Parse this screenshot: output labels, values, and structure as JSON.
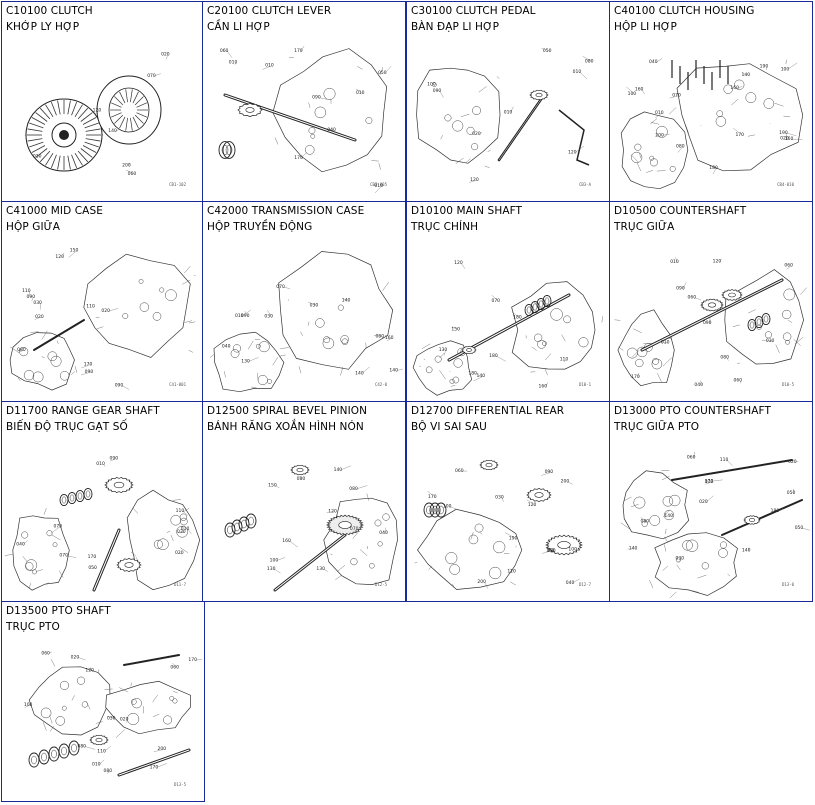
{
  "catalog": {
    "items": [
      {
        "code": "C10100 CLUTCH",
        "name": "KHỚP LY HỢP",
        "ref": "CB1-102",
        "diagram": "clutch-disc"
      },
      {
        "code": "C20100 CLUTCH LEVER",
        "name": "CẦN LI HỢP",
        "ref": "CB2-005",
        "diagram": "clutch-lever"
      },
      {
        "code": "C30100 CLUTCH PEDAL",
        "name": "BÀN ĐẠP LI HỢP",
        "ref": "CB3-A",
        "diagram": "clutch-pedal"
      },
      {
        "code": "C40100 CLUTCH HOUSING",
        "name": "HỘP LI HỢP",
        "ref": "CB4-010",
        "diagram": "clutch-housing"
      },
      {
        "code": "C41000 MID CASE",
        "name": "HỘP GIỮA",
        "ref": "C41-001",
        "diagram": "mid-case"
      },
      {
        "code": "C42000 TRANSMISSION CASE",
        "name": "HỘP TRUYỀN ĐỘNG",
        "ref": "C42-0",
        "diagram": "transmission-case"
      },
      {
        "code": "D10100 MAIN SHAFT",
        "name": "TRỤC CHÍNH",
        "ref": "D10-1",
        "diagram": "main-shaft"
      },
      {
        "code": "D10500 COUNTERSHAFT",
        "name": "TRỤC GIỮA",
        "ref": "D10-5",
        "diagram": "countershaft"
      },
      {
        "code": "D11700 RANGE GEAR SHAFT",
        "name": "BIẾN ĐỘ TRỤC GẠT SỐ",
        "ref": "D11-7",
        "diagram": "range-gear-shaft"
      },
      {
        "code": "D12500 SPIRAL BEVEL PINION",
        "name": "BÁNH RĂNG XOẮN HÌNH NÓN",
        "ref": "D12-5",
        "diagram": "bevel-pinion"
      },
      {
        "code": "D12700 DIFFERENTIAL REAR",
        "name": "BỘ VI SAI SAU",
        "ref": "D12-7",
        "diagram": "differential"
      },
      {
        "code": "D13000 PTO COUNTERSHAFT",
        "name": "TRỤC GIỮA PTO",
        "ref": "D13-0",
        "diagram": "pto-countershaft"
      },
      {
        "code": "D13500 PTO SHAFT",
        "name": "TRỤC PTO",
        "ref": "D13-5",
        "diagram": "pto-shaft"
      }
    ]
  }
}
